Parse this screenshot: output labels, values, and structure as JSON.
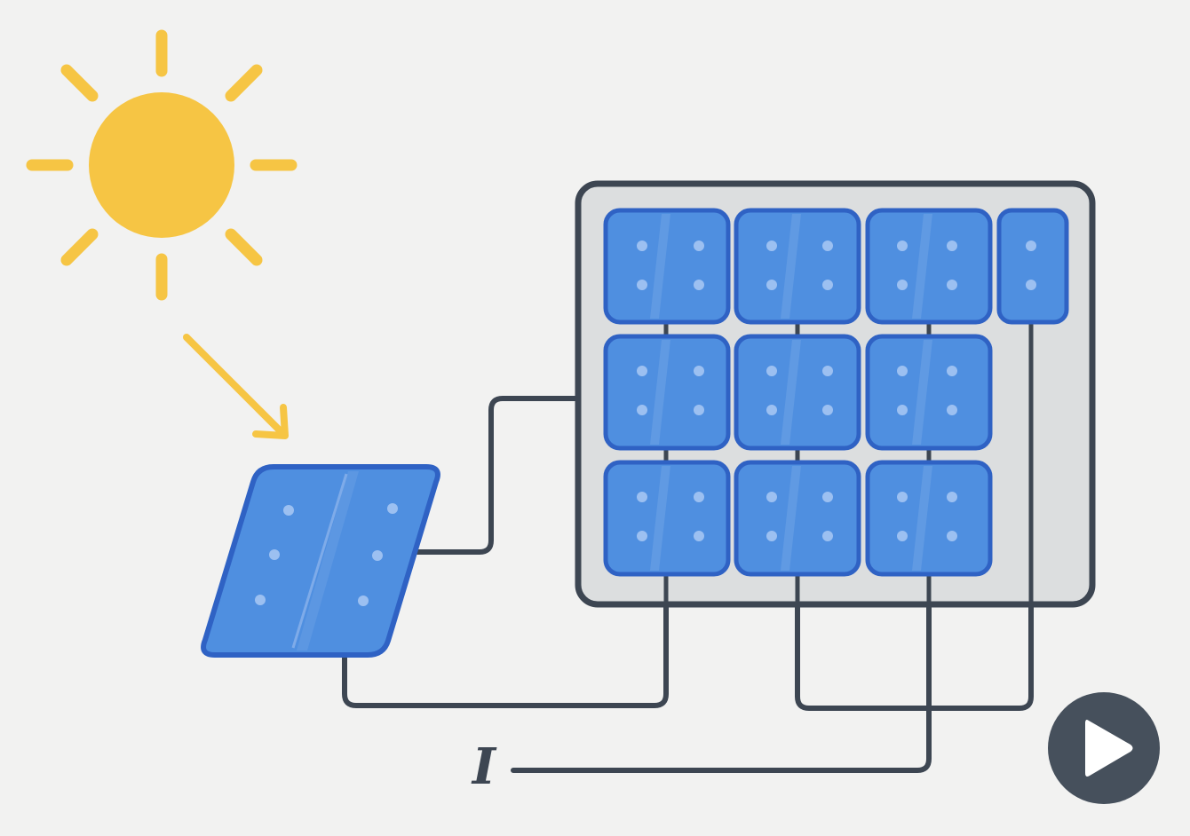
{
  "labels": {
    "current": "I"
  },
  "controls": {
    "play_icon": "play-icon"
  },
  "colors": {
    "background": "#f2f2f1",
    "sun": "#f6c544",
    "cell_fill": "#4f8fe0",
    "cell_border": "#2f62c4",
    "panel_frame": "#dcdedf",
    "wire": "#3d4652",
    "play_button": "#46505c"
  },
  "diagram": {
    "array_rows": 3,
    "array_columns": 4,
    "cells_in_array": 10
  }
}
